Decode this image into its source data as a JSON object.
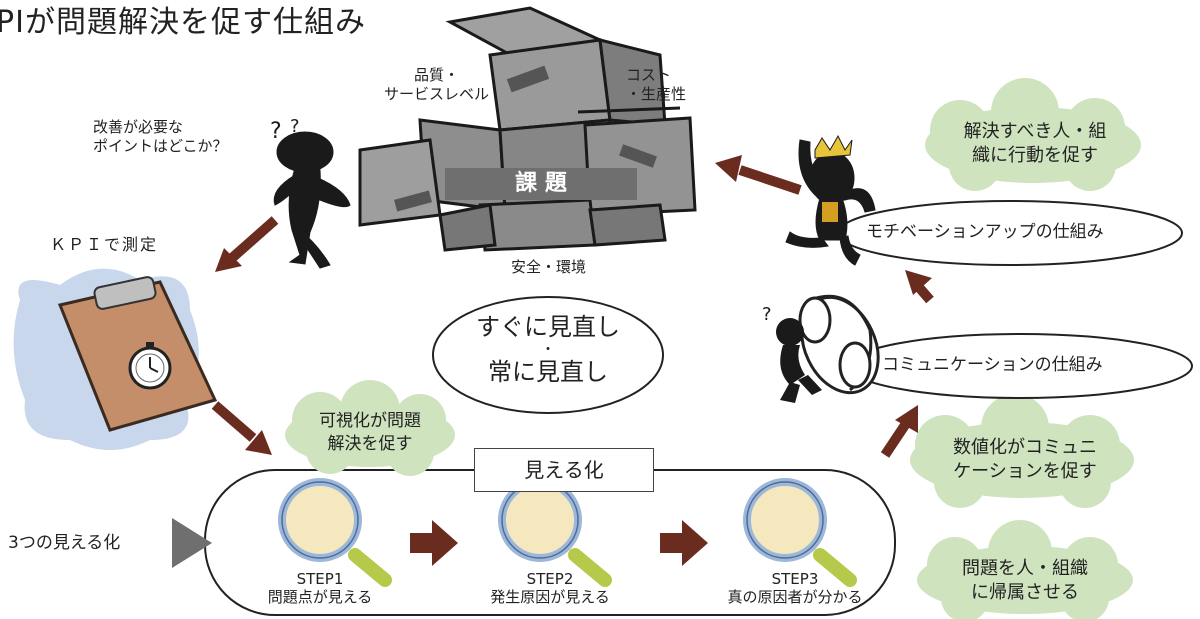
{
  "title": "PIが問題解決を促す仕組み",
  "issue": {
    "center_label": "課 題",
    "quality_label": "品質・\nサービスレベル",
    "cost_label": "コスト\n・生産性",
    "safety_label": "安全・環境"
  },
  "left": {
    "question": "改善が必要な\nポイントはどこか？",
    "kpi_measure": "ＫＰＩで測定"
  },
  "center_oval": {
    "line1": "すぐに見直し",
    "dot": "・",
    "line2": "常に見直し"
  },
  "clouds": {
    "visualization": "可視化が問題\n解決を促す",
    "action": "解決すべき人・組\n織に行動を促す",
    "numeric": "数値化がコミュニ\nケーションを促す",
    "attribute": "問題を人・組織\nに帰属させる"
  },
  "mechanisms": {
    "motivation": "モチベーションアップの仕組み",
    "communication": "コミュニケーションの仕組み"
  },
  "visualization_box": {
    "header": "見える化",
    "three_label": "3つの見える化",
    "steps": [
      {
        "name": "STEP1",
        "desc": "問題点が見える"
      },
      {
        "name": "STEP2",
        "desc": "発生原因が見える"
      },
      {
        "name": "STEP3",
        "desc": "真の原因者が分かる"
      }
    ]
  },
  "colors": {
    "arrow": "#6b2c20",
    "cloud": "#cfe3bf",
    "box": "#8c8c8c",
    "clipboard": "#c48e6a",
    "splash": "#c9d7ec",
    "lens": "#f5e8bf",
    "lens_ring": "#9db7d9",
    "handle": "#b6c94a"
  },
  "icons": [
    "thinking-figure-icon",
    "cheering-figure-icon",
    "phone-figure-icon",
    "clipboard-icon",
    "stopwatch-icon",
    "magnifier-icon",
    "triangle-pointer-icon"
  ]
}
